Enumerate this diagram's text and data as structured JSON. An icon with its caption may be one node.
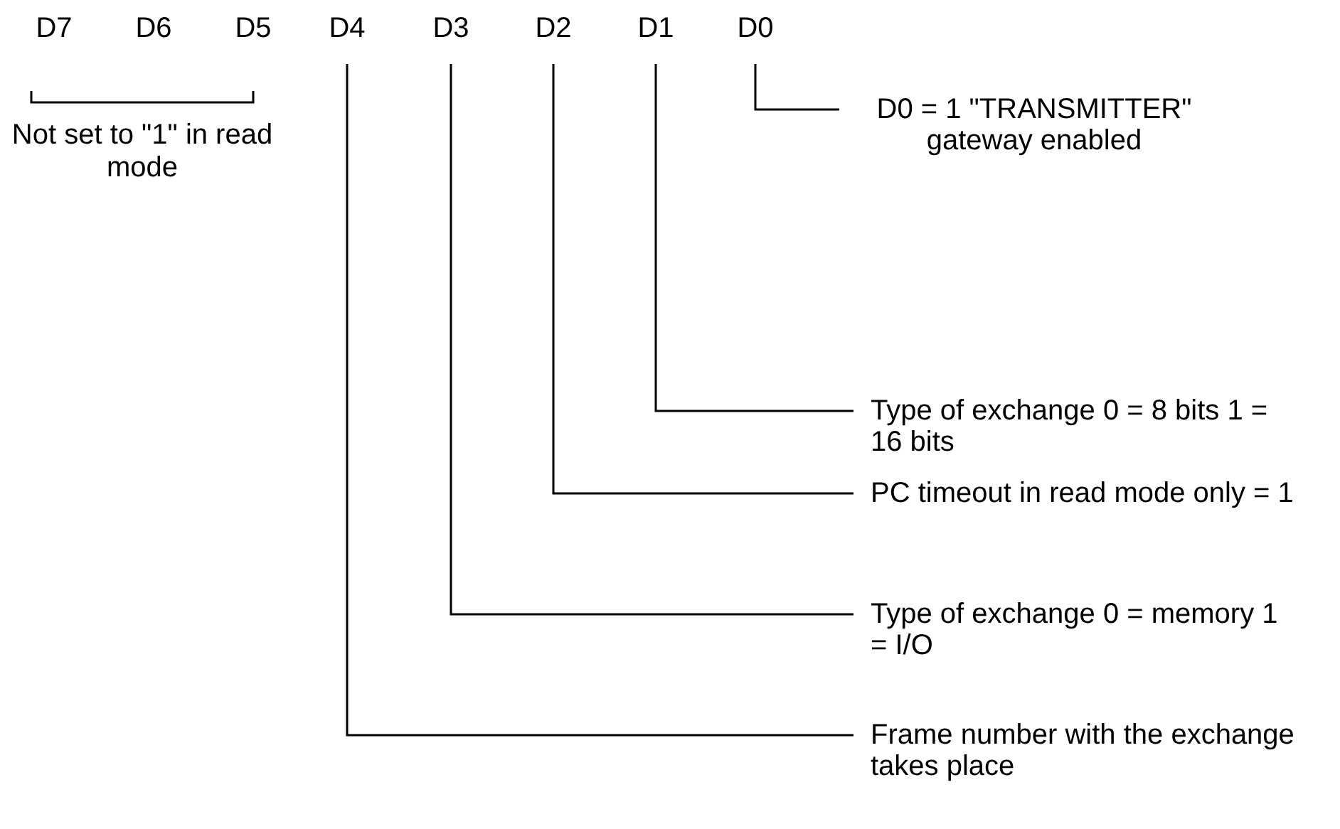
{
  "diagram": {
    "nodes": [
      {
        "text": [
          "D7"
        ]
      },
      {
        "text": [
          "D6"
        ]
      },
      {
        "text": [
          "D5"
        ]
      },
      {
        "text": [
          "D4"
        ]
      },
      {
        "text": [
          "D3"
        ]
      },
      {
        "text": [
          "D2"
        ]
      },
      {
        "text": [
          "D1"
        ]
      },
      {
        "text": [
          "D0"
        ]
      },
      {
        "text": [
          "D0 = 1 \"TRANSMITTER\" gateway enabled"
        ]
      },
      {
        "text": [
          "Type of exchange 0 =   8 bits 1 = 16 bits"
        ]
      },
      {
        "text": [
          "PC timeout in read mode only = 1"
        ]
      },
      {
        "text": [
          "Type of exchange 0 = memory 1 = I/O"
        ]
      },
      {
        "text": [
          "Frame number with the exchange takes place"
        ]
      }
    ],
    "edges": [
      {
        "from": 7,
        "to": 8,
        "arrow": "none"
      },
      {
        "from": 6,
        "to": 9,
        "arrow": "none"
      },
      {
        "from": 5,
        "to": 10,
        "arrow": "none"
      },
      {
        "from": 4,
        "to": 11,
        "arrow": "none"
      },
      {
        "from": 3,
        "to": 12,
        "arrow": "none"
      }
    ],
    "labels": [
      "Not set to \"1\" in read mode"
    ]
  }
}
